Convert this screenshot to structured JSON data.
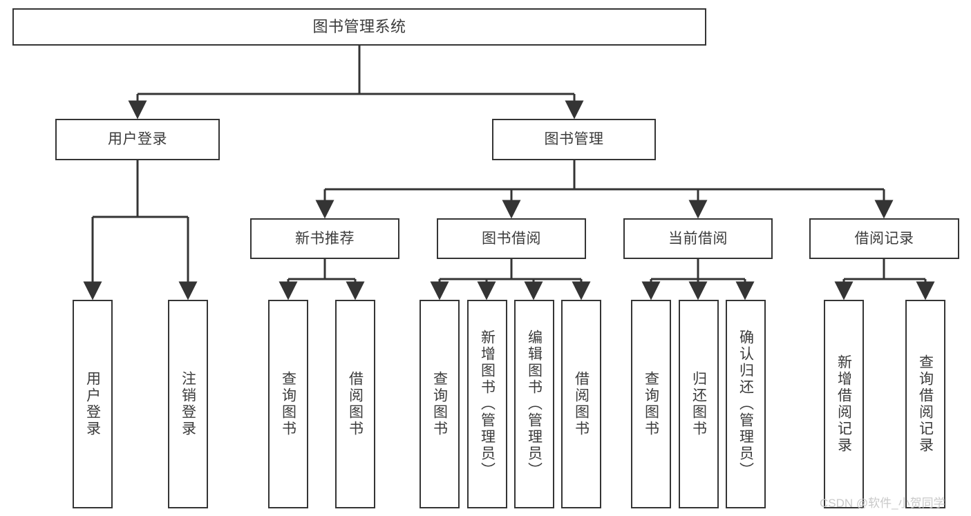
{
  "diagram": {
    "title": "图书管理系统",
    "type": "tree",
    "colors": {
      "box_border": "#343434",
      "box_fill": "#ffffff",
      "text": "#3b3b3b",
      "edge": "#343434",
      "watermark": "#c9c9c9",
      "background": "#ffffff"
    },
    "levels": [
      {
        "level": 1,
        "nodes": [
          {
            "id": "root",
            "label": "图书管理系统",
            "orientation": "horizontal"
          }
        ]
      },
      {
        "level": 2,
        "nodes": [
          {
            "id": "user-login",
            "label": "用户登录",
            "orientation": "horizontal",
            "parent": "root"
          },
          {
            "id": "book-manage",
            "label": "图书管理",
            "orientation": "horizontal",
            "parent": "root"
          }
        ]
      },
      {
        "level": 3,
        "nodes": [
          {
            "id": "new-book-recommend",
            "label": "新书推荐",
            "orientation": "horizontal",
            "parent": "book-manage"
          },
          {
            "id": "book-borrow",
            "label": "图书借阅",
            "orientation": "horizontal",
            "parent": "book-manage"
          },
          {
            "id": "current-borrow",
            "label": "当前借阅",
            "orientation": "horizontal",
            "parent": "book-manage"
          },
          {
            "id": "borrow-record",
            "label": "借阅记录",
            "orientation": "horizontal",
            "parent": "book-manage"
          }
        ]
      },
      {
        "level": 4,
        "nodes": [
          {
            "id": "leaf-user-login",
            "label": "用户登录",
            "orientation": "vertical",
            "parent": "user-login"
          },
          {
            "id": "leaf-logout",
            "label": "注销登录",
            "orientation": "vertical",
            "parent": "user-login"
          },
          {
            "id": "leaf-query-book-1",
            "label": "查询图书",
            "orientation": "vertical",
            "parent": "new-book-recommend"
          },
          {
            "id": "leaf-borrow-book-1",
            "label": "借阅图书",
            "orientation": "vertical",
            "parent": "new-book-recommend"
          },
          {
            "id": "leaf-query-book-2",
            "label": "查询图书",
            "orientation": "vertical",
            "parent": "book-borrow"
          },
          {
            "id": "leaf-add-book",
            "label": "新增图书（管理员）",
            "orientation": "vertical",
            "parent": "book-borrow"
          },
          {
            "id": "leaf-edit-book",
            "label": "编辑图书（管理员）",
            "orientation": "vertical",
            "parent": "book-borrow"
          },
          {
            "id": "leaf-borrow-book-2",
            "label": "借阅图书",
            "orientation": "vertical",
            "parent": "book-borrow"
          },
          {
            "id": "leaf-query-book-3",
            "label": "查询图书",
            "orientation": "vertical",
            "parent": "current-borrow"
          },
          {
            "id": "leaf-return-book",
            "label": "归还图书",
            "orientation": "vertical",
            "parent": "current-borrow"
          },
          {
            "id": "leaf-confirm-return",
            "label": "确认归还（管理员）",
            "orientation": "vertical",
            "parent": "current-borrow"
          },
          {
            "id": "leaf-add-record",
            "label": "新增借阅记录",
            "orientation": "vertical",
            "parent": "borrow-record"
          },
          {
            "id": "leaf-query-record",
            "label": "查询借阅记录",
            "orientation": "vertical",
            "parent": "borrow-record"
          }
        ]
      }
    ]
  },
  "watermark": {
    "text": "CSDN @软件_小贺同学"
  }
}
